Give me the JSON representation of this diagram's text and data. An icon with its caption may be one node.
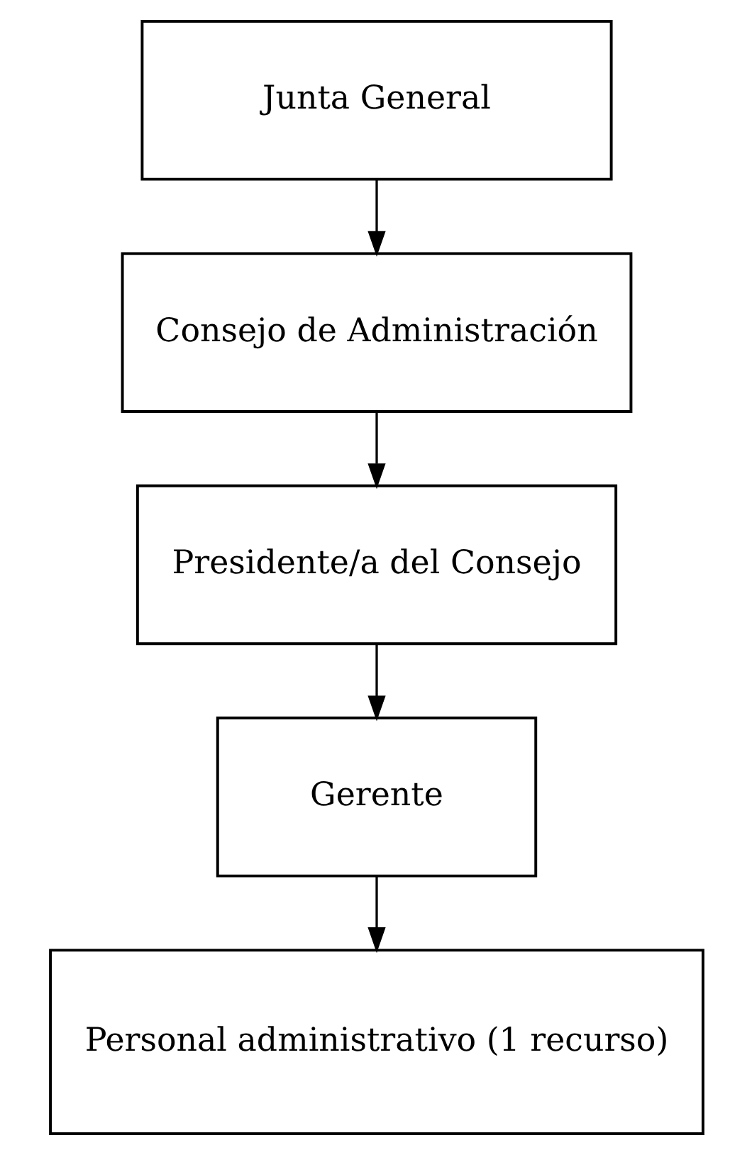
{
  "diagram": {
    "nodes": [
      {
        "text": [
          "Junta General"
        ]
      },
      {
        "text": [
          "Consejo de Administración"
        ]
      },
      {
        "text": [
          "Presidente/a del Consejo"
        ]
      },
      {
        "text": [
          "Gerente"
        ]
      },
      {
        "text": [
          "Personal administrativo (1 recurso)"
        ]
      }
    ],
    "edges": [
      {
        "from": 0,
        "to": 1,
        "arrow": "to"
      },
      {
        "from": 1,
        "to": 2,
        "arrow": "to"
      },
      {
        "from": 2,
        "to": 3,
        "arrow": "to"
      },
      {
        "from": 3,
        "to": 4,
        "arrow": "to"
      }
    ]
  }
}
